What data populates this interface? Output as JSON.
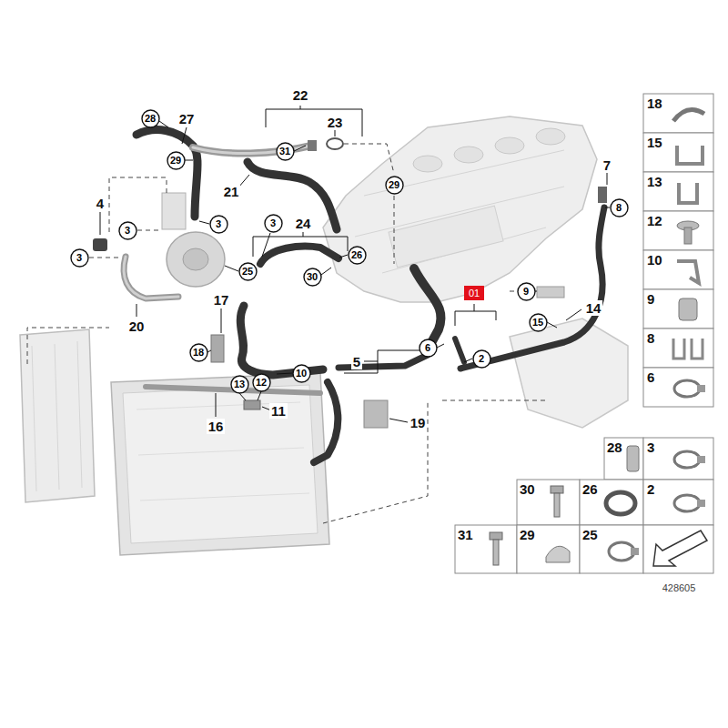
{
  "diagram": {
    "nodes": [
      {
        "text": [
          "28"
        ]
      },
      {
        "text": [
          "31"
        ]
      },
      {
        "text": [
          "29"
        ]
      },
      {
        "text": [
          "29"
        ]
      },
      {
        "text": [
          "8"
        ]
      },
      {
        "text": [
          "3"
        ]
      },
      {
        "text": [
          "3"
        ]
      },
      {
        "text": [
          "3"
        ]
      },
      {
        "text": [
          "26"
        ]
      },
      {
        "text": [
          "3"
        ]
      },
      {
        "text": [
          "25"
        ]
      },
      {
        "text": [
          "30"
        ]
      },
      {
        "text": [
          "9"
        ]
      },
      {
        "text": [
          "01"
        ]
      },
      {
        "text": [
          "15"
        ]
      },
      {
        "text": [
          "6"
        ]
      },
      {
        "text": [
          "18"
        ]
      },
      {
        "text": [
          "2"
        ]
      },
      {
        "text": [
          "10"
        ]
      },
      {
        "text": [
          "12"
        ]
      },
      {
        "text": [
          "13"
        ]
      }
    ],
    "labels": [
      "22",
      "27",
      "23",
      "21",
      "4",
      "7",
      "24",
      "17",
      "14",
      "20",
      "5",
      "11",
      "19",
      "16",
      "18",
      "15",
      "13",
      "12",
      "10",
      "9",
      "8",
      "6",
      "28",
      "3",
      "30",
      "26",
      "2",
      "31",
      "29",
      "25",
      "428605"
    ]
  }
}
